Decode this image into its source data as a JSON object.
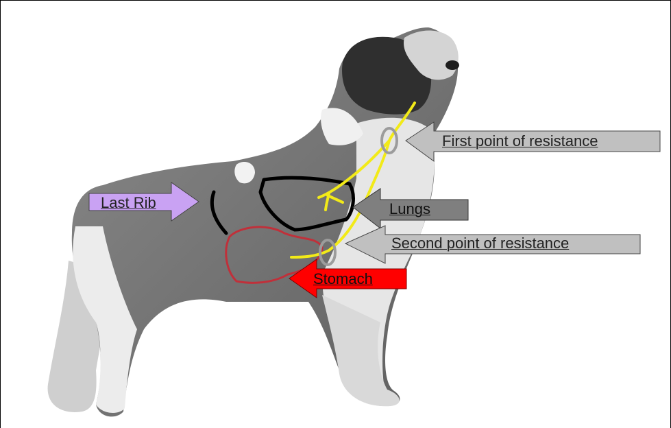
{
  "labels": {
    "last_rib": "Last Rib",
    "lungs": "Lungs",
    "first_point": "First point of resistance",
    "second_point": "Second point of resistance",
    "stomach": "Stomach"
  },
  "colors": {
    "last_rib_arrow": "#c9a2f3",
    "lungs_arrow": "#7f7f7f",
    "resistance_arrow": "#c0c0c0",
    "stomach_arrow": "#ff0000",
    "airway": "#f2ea18",
    "stomach_outline": "#c0303a",
    "lungs_outline": "#000000"
  }
}
